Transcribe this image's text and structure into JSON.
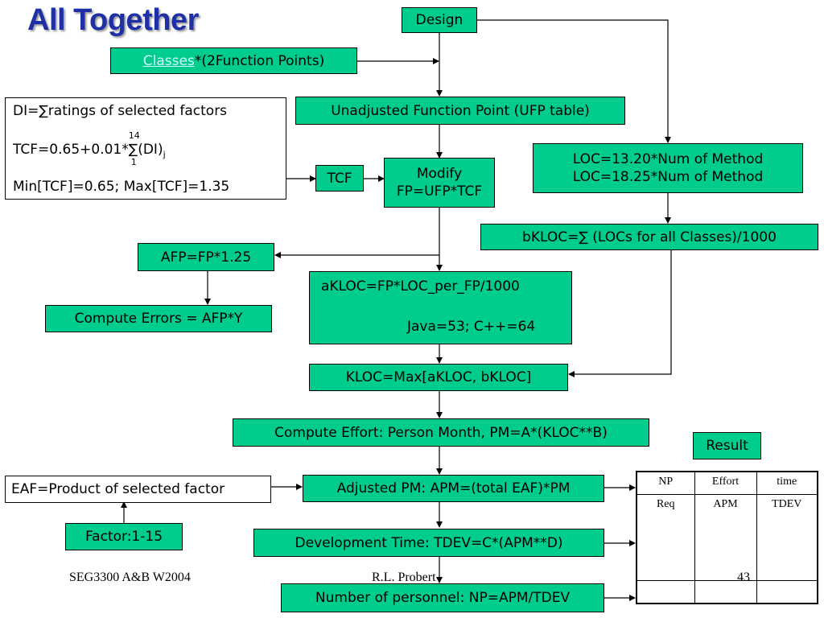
{
  "title": "All Together",
  "nodes": {
    "design": "Design",
    "classes_link": "Classes",
    "classes_rest": "*(2Function Points)",
    "ufp": "Unadjusted Function Point (UFP table)",
    "di_line1": "DI=∑ratings of selected factors",
    "tcf_formula_prefix": "TCF=0.65+0.01*",
    "tcf_sum_upper": "14",
    "tcf_sum_symbol": "∑",
    "tcf_sum_lower": "1",
    "tcf_formula_rest": "(DI)",
    "tcf_subscript": "j",
    "tcf_minmax": "Min[TCF]=0.65; Max[TCF]=1.35",
    "tcf": "TCF",
    "modify_line1": "Modify",
    "modify_line2": "FP=UFP*TCF",
    "loc_line1": "LOC=13.20*Num of Method",
    "loc_line2": "LOC=18.25*Num of Method",
    "bkloc": "bKLOC=∑ (LOCs for all Classes)/1000",
    "afp": "AFP=FP*1.25",
    "errors": "Compute Errors = AFP*Y",
    "akloc_line1": "aKLOC=FP*LOC_per_FP/1000",
    "akloc_line2": "Java=53; C++=64",
    "kloc": "KLOC=Max[aKLOC, bKLOC]",
    "effort": "Compute Effort: Person Month, PM=A*(KLOC**B)",
    "result": "Result",
    "eaf": "EAF=Product of selected factor",
    "apm": "Adjusted PM: APM=(total EAF)*PM",
    "factor": "Factor:1-15",
    "tdev": "Development Time: TDEV=C*(APM**D)",
    "np": "Number of personnel: NP=APM/TDEV"
  },
  "result_table": {
    "headers": [
      "NP",
      "Effort",
      "time"
    ],
    "row": [
      "Req",
      "APM",
      "TDEV"
    ]
  },
  "footer": {
    "course": "SEG3300 A&B W2004",
    "author": "R.L. Probert",
    "page": "43"
  },
  "colors": {
    "box_fill": "#00cc8e",
    "title": "#1f2fa6",
    "link": "#cdfcff"
  }
}
